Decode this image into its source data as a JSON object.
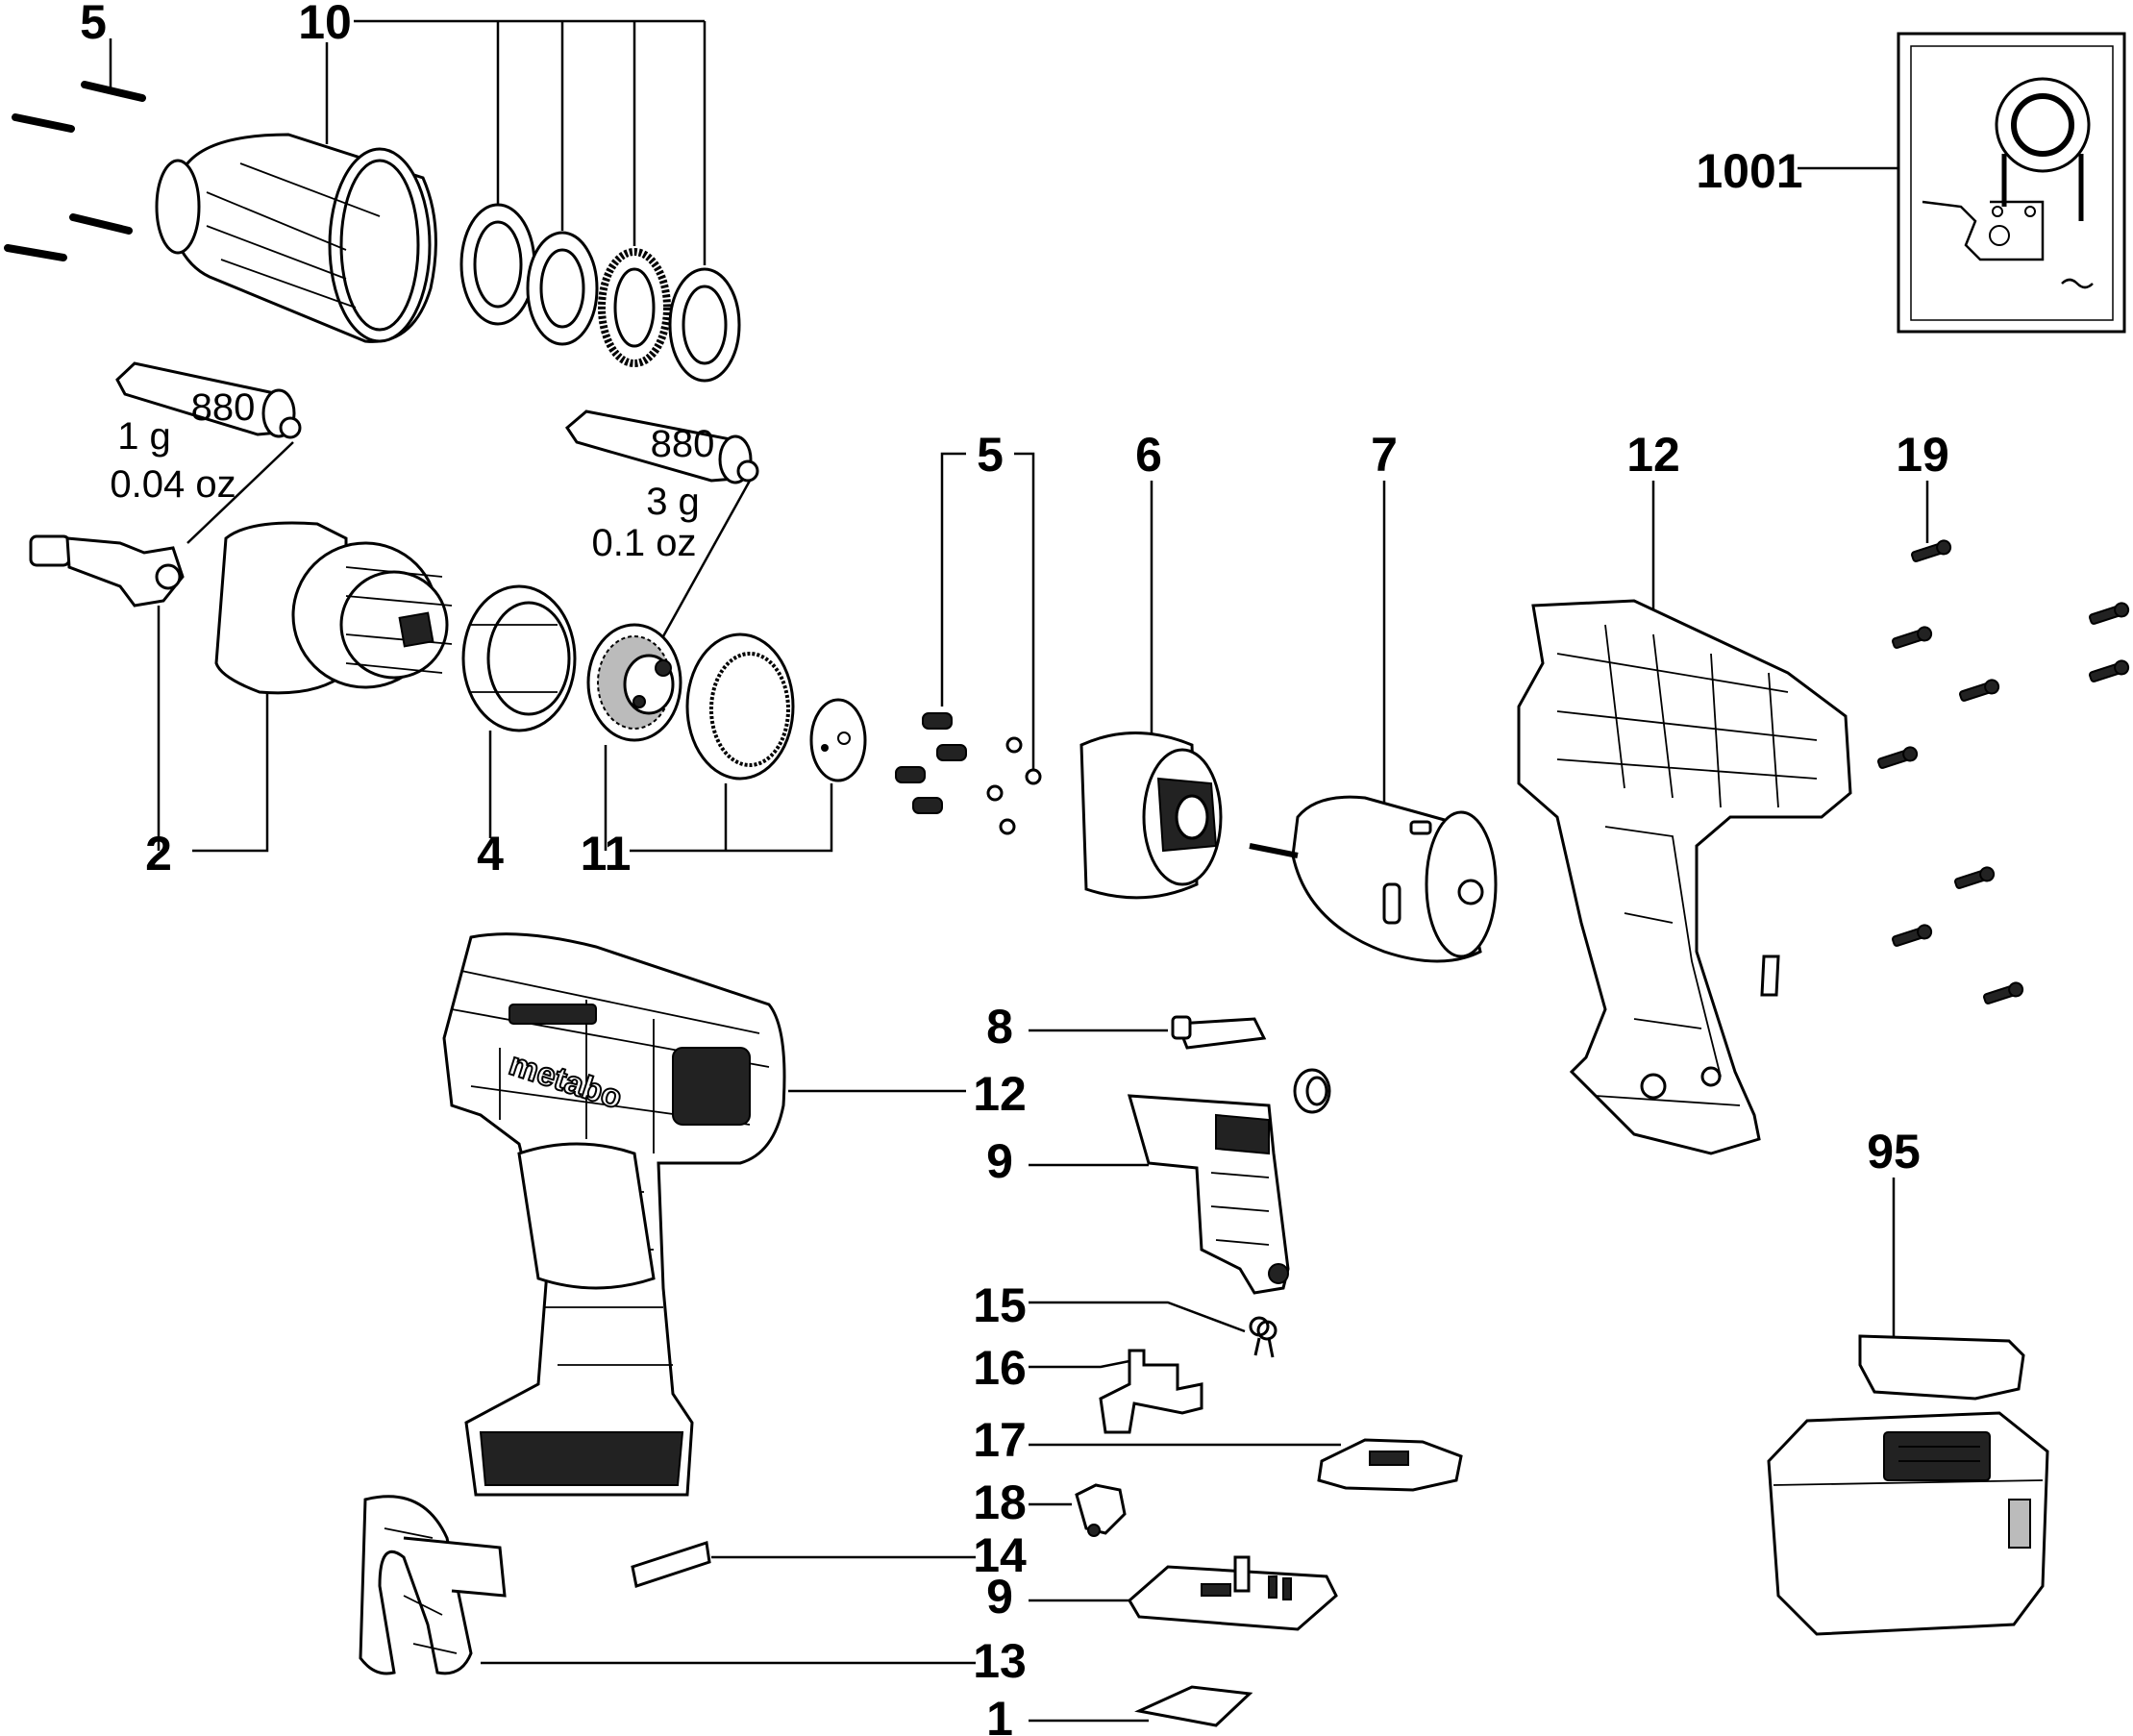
{
  "callouts": {
    "c5_top": "5",
    "c10": "10",
    "c1001": "1001",
    "c2": "2",
    "c4": "4",
    "c11": "11",
    "c5_mid": "5",
    "c6": "6",
    "c7": "7",
    "c12_top": "12",
    "c19": "19",
    "c8": "8",
    "c12_mid": "12",
    "c9_top": "9",
    "c95": "95",
    "c15": "15",
    "c16": "16",
    "c17": "17",
    "c18": "18",
    "c14": "14",
    "c9_bottom": "9",
    "c13": "13",
    "c1": "1"
  },
  "grease_left": {
    "code": "880",
    "weight": "1 g",
    "weight_oz": "0.04 oz"
  },
  "grease_right": {
    "code": "880",
    "weight": "3 g",
    "weight_oz": "0.1 oz"
  },
  "housing_brand": "metabo",
  "icons": [
    "screw-icon",
    "washer-icon",
    "grease-tube-icon",
    "gearbox-housing-icon",
    "motor-icon",
    "battery-pack-icon",
    "switch-icon",
    "belt-clip-icon",
    "wiring-diagram-icon"
  ]
}
